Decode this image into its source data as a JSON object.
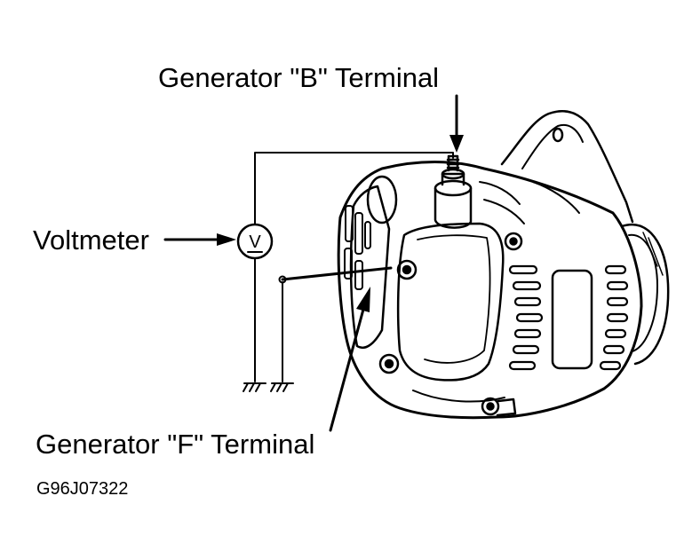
{
  "labels": {
    "b_terminal": "Generator \"B\" Terminal",
    "voltmeter": "Voltmeter",
    "f_terminal": "Generator \"F\" Terminal",
    "figure_code": "G96J07322",
    "meter_symbol": "V"
  },
  "colors": {
    "ink": "#000000",
    "paper": "#ffffff"
  }
}
